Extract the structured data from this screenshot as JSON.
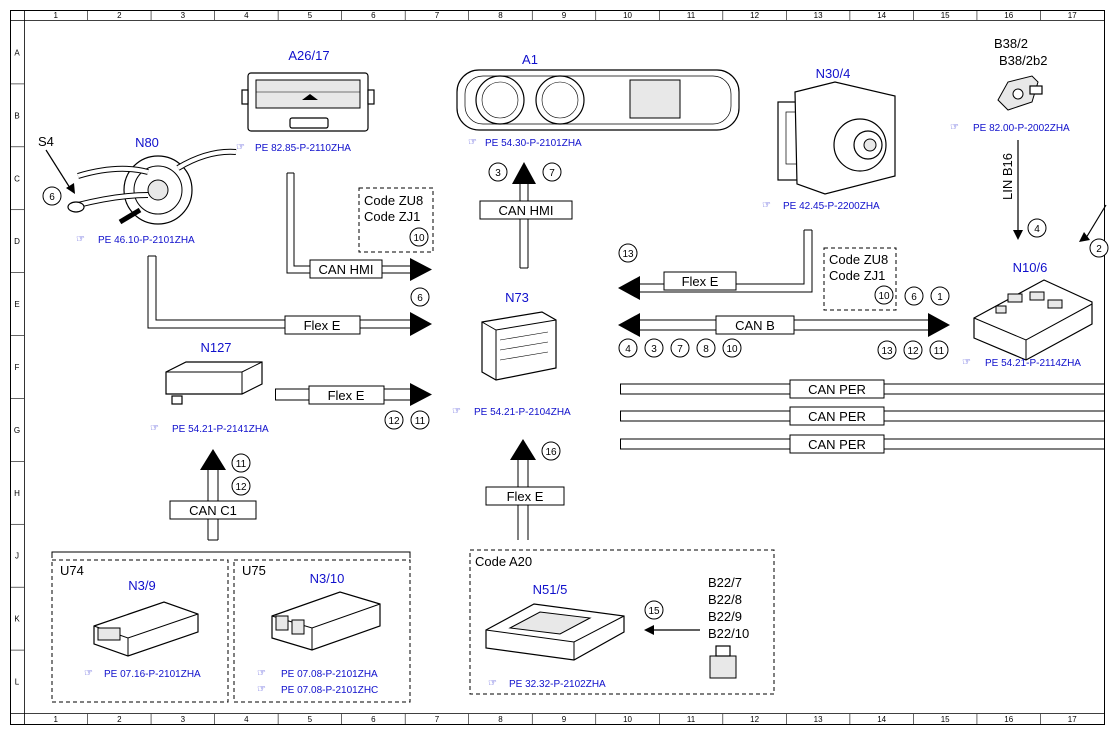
{
  "grid": {
    "cols": [
      "1",
      "2",
      "3",
      "4",
      "5",
      "6",
      "7",
      "8",
      "9",
      "10",
      "11",
      "12",
      "13",
      "14",
      "15",
      "16",
      "17"
    ],
    "rows": [
      "A",
      "B",
      "C",
      "D",
      "E",
      "F",
      "G",
      "H",
      "J",
      "K",
      "L"
    ]
  },
  "components": {
    "a26_17": {
      "label": "A26/17",
      "ref": "PE 82.85-P-2110ZHA"
    },
    "a1": {
      "label": "A1",
      "ref": "PE 54.30-P-2101ZHA"
    },
    "n30_4": {
      "label": "N30/4",
      "ref": "PE 42.45-P-2200ZHA"
    },
    "b38": {
      "label1": "B38/2",
      "label2": "B38/2b2",
      "ref": "PE 82.00-P-2002ZHA"
    },
    "s4": {
      "label": "S4"
    },
    "n80": {
      "label": "N80",
      "ref": "PE 46.10-P-2101ZHA"
    },
    "n73": {
      "label": "N73",
      "ref": "PE 54.21-P-2104ZHA"
    },
    "n10_6": {
      "label": "N10/6",
      "ref": "PE 54.21-P-2114ZHA"
    },
    "n127": {
      "label": "N127",
      "ref": "PE 54.21-P-2141ZHA"
    },
    "u74": {
      "label": "U74"
    },
    "n3_9": {
      "label": "N3/9",
      "ref": "PE 07.16-P-2101ZHA"
    },
    "u75": {
      "label": "U75"
    },
    "n3_10": {
      "label": "N3/10",
      "ref1": "PE 07.08-P-2101ZHA",
      "ref2": "PE 07.08-P-2101ZHC"
    },
    "n51_5": {
      "label": "N51/5",
      "ref": "PE 32.32-P-2102ZHA"
    },
    "b22": {
      "labels": [
        "B22/7",
        "B22/8",
        "B22/9",
        "B22/10"
      ]
    }
  },
  "codes": {
    "left": [
      "Code ZU8",
      "Code ZJ1"
    ],
    "right": [
      "Code ZU8",
      "Code ZJ1"
    ],
    "a20": "Code A20"
  },
  "buses": {
    "can_hmi_top": "CAN HMI",
    "can_hmi_left": "CAN HMI",
    "flex_e_left": "Flex E",
    "flex_e_n127": "Flex E",
    "flex_e_right": "Flex E",
    "flex_e_bottom": "Flex E",
    "can_b": "CAN B",
    "can_per": [
      "CAN PER",
      "CAN PER",
      "CAN PER"
    ],
    "can_c1": "CAN C1",
    "lin_b16": "LIN B16"
  },
  "markers": {
    "n80": "6",
    "hmi_up_a": "3",
    "hmi_up_b": "7",
    "code_left": "10",
    "flex_left": "6",
    "flex_right": "13",
    "code_right": [
      "10",
      "6",
      "1"
    ],
    "canb_left": [
      "4",
      "3",
      "7",
      "8",
      "10"
    ],
    "canb_right": [
      "13",
      "12",
      "11"
    ],
    "n127_flex": [
      "12",
      "11"
    ],
    "c1": [
      "11",
      "12"
    ],
    "flex_bottom": "16",
    "b22": "15",
    "lin": "4",
    "edge": "2"
  }
}
